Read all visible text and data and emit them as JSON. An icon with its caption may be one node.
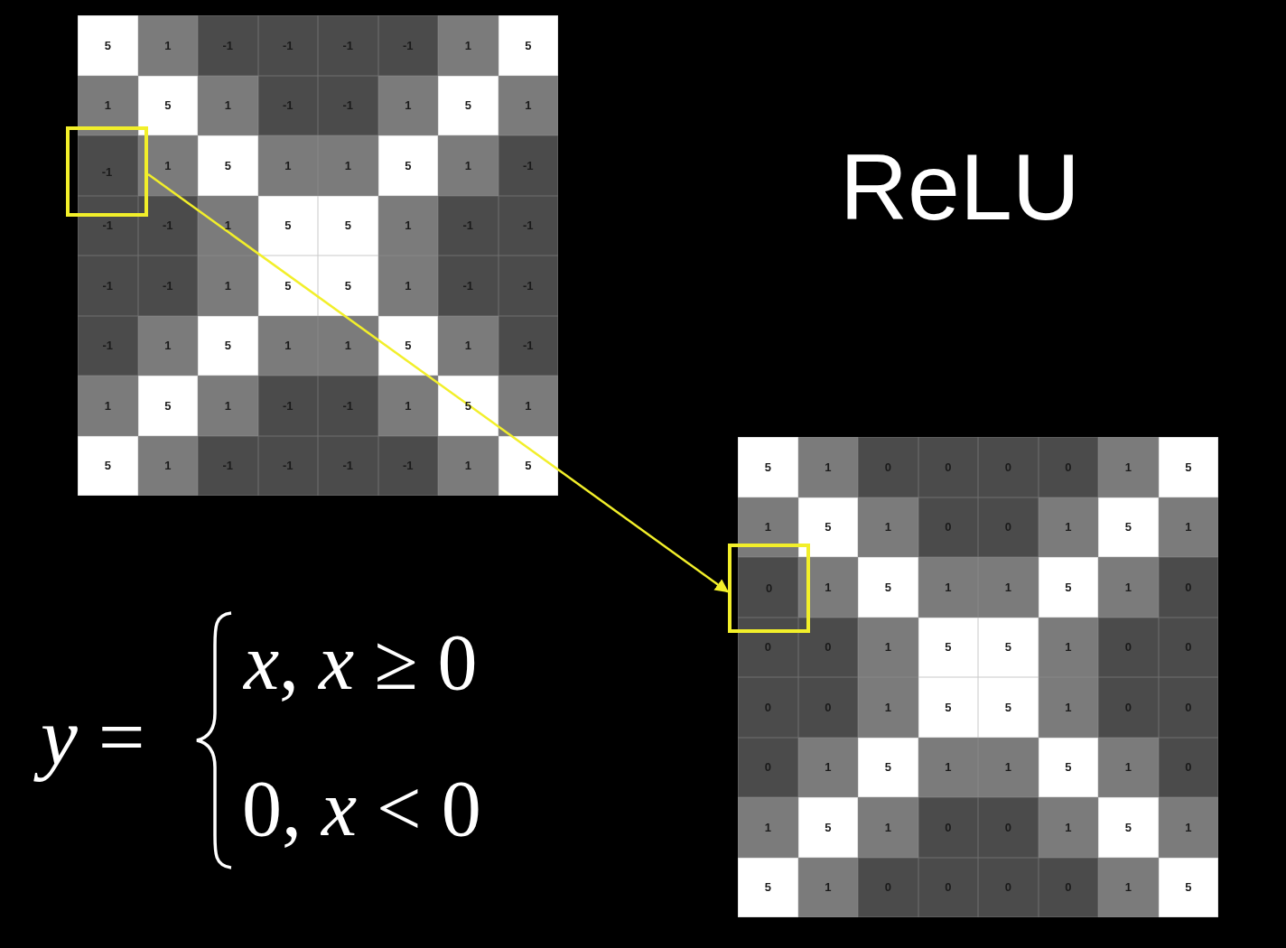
{
  "diagram": {
    "title": "ReLU",
    "nodes": [
      {
        "text": [
          "-1"
        ]
      },
      {
        "text": [
          "0"
        ]
      }
    ],
    "edges": [
      {
        "from": 0,
        "to": 1,
        "arrow": "to"
      }
    ],
    "labels": [
      "5",
      "1",
      "-1",
      "-1",
      "-1",
      "-1",
      "1",
      "5",
      "1",
      "5",
      "1",
      "-1",
      "-1",
      "1",
      "5",
      "1",
      "1",
      "5",
      "1",
      "1",
      "5",
      "1",
      "-1",
      "-1",
      "-1",
      "1",
      "5",
      "5",
      "1",
      "-1",
      "-1",
      "-1",
      "-1",
      "1",
      "5",
      "5",
      "1",
      "-1",
      "-1",
      "-1",
      "1",
      "5",
      "1",
      "1",
      "5",
      "1",
      "-1",
      "1",
      "5",
      "1",
      "-1",
      "-1",
      "1",
      "5",
      "1",
      "5",
      "1",
      "-1",
      "-1",
      "-1",
      "-1",
      "1",
      "5",
      "5",
      "1",
      "0",
      "0",
      "0",
      "0",
      "1",
      "5",
      "1",
      "5",
      "1",
      "0",
      "0",
      "1",
      "5",
      "1",
      "1",
      "5",
      "1",
      "1",
      "5",
      "1",
      "0",
      "0",
      "0",
      "1",
      "5",
      "5",
      "1",
      "0",
      "0",
      "0",
      "0",
      "1",
      "5",
      "5",
      "1",
      "0",
      "0",
      "0",
      "1",
      "5",
      "1",
      "1",
      "5",
      "1",
      "0",
      "1",
      "5",
      "1",
      "0",
      "0",
      "1",
      "5",
      "1",
      "5",
      "1",
      "0",
      "0",
      "0",
      "0",
      "1",
      "5",
      "*y* =",
      "*x*, *x* ≥ 0",
      "0, *x* < 0"
    ]
  }
}
